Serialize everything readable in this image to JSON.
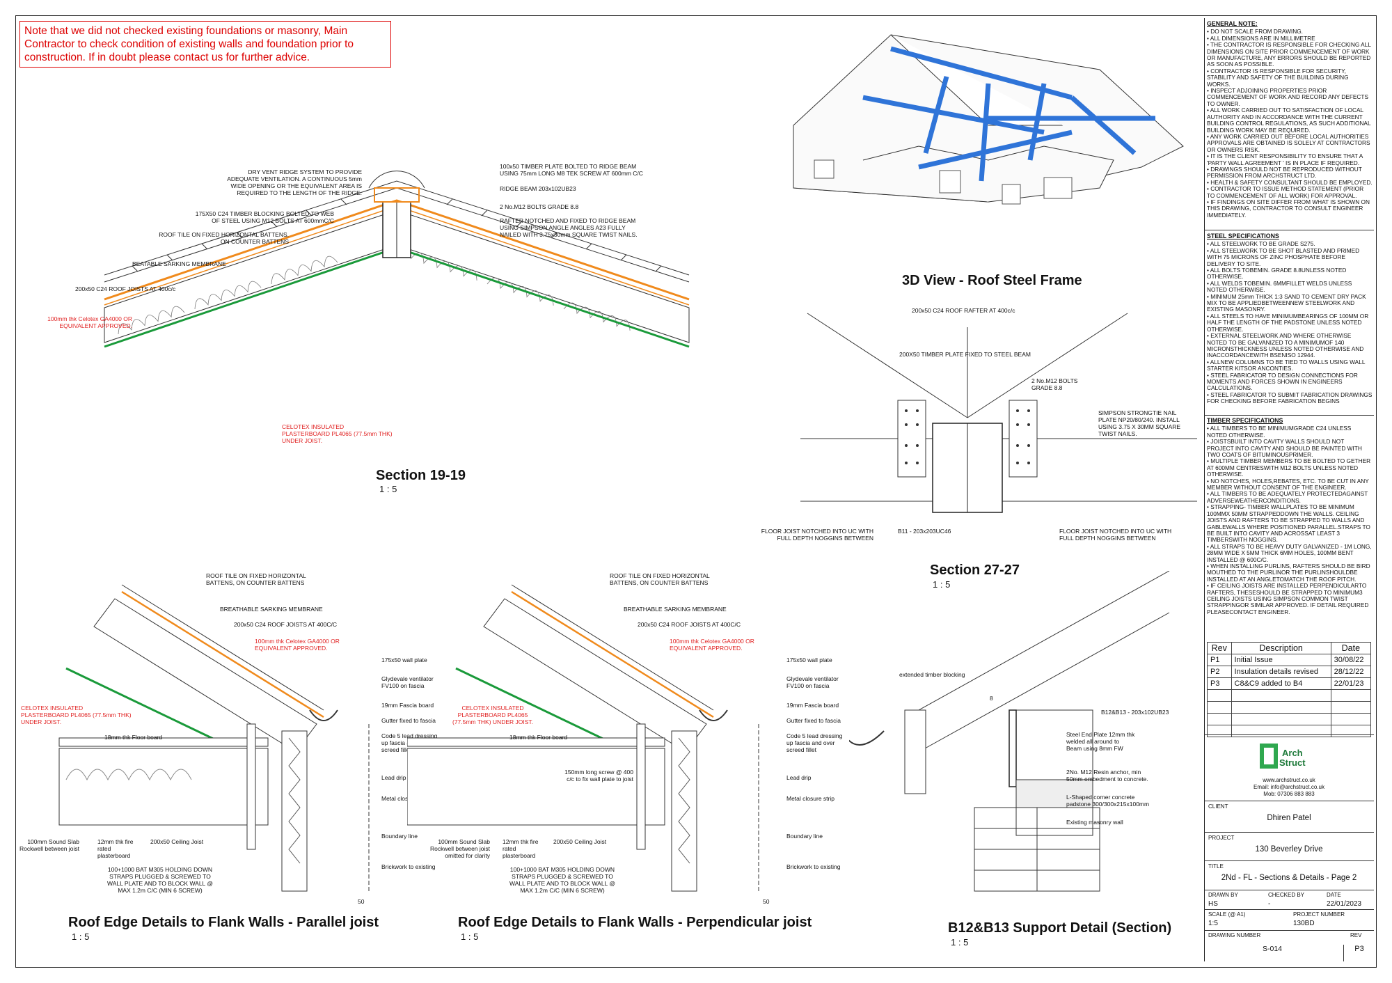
{
  "warning_note": "Note that we did not checked existing foundations or masonry, Main Contractor to check condition of existing walls and foundation prior to construction. If in doubt please contact us for further advice.",
  "views": {
    "section_19": {
      "title": "Section  19-19",
      "scale": "1 : 5"
    },
    "view_3d": {
      "title": "3D View - Roof Steel Frame"
    },
    "section_27": {
      "title": "Section  27-27",
      "scale": "1 : 5"
    },
    "roof_edge_parallel": {
      "title": "Roof Edge Details to Flank Walls - Parallel joist",
      "scale": "1 : 5"
    },
    "roof_edge_perp": {
      "title": "Roof Edge Details to Flank Walls - Perpendicular joist",
      "scale": "1 : 5"
    },
    "b12_support": {
      "title": "B12&B13 Support Detail (Section)",
      "scale": "1 : 5"
    }
  },
  "labels_19": {
    "dry_vent": "DRY VENT RIDGE SYSTEM TO PROVIDE ADEQUATE VENTILATION. A CONTINUOUS 5mm WIDE OPENING OR THE EQUIVALENT AREA IS REQUIRED TO THE LENGTH OF THE RIDGE.",
    "timber_plate": "100x50 TIMBER PLATE BOLTED TO RIDGE BEAM USING 75mm LONG M8 TEK SCREW AT 600mm C/C",
    "ridge_beam": "RIDGE BEAM 203x102UB23",
    "bolts": "2 No.M12 BOLTS GRADE 8.8",
    "rafter_notched": "RAFTER NOTCHED AND FIXED TO RIDGE BEAM USING SIMPSON ANGLE ANGLES A23 FULLY NAILED WITH 3.75x30mm SQUARE TWIST NAILS.",
    "blocking": "175X50 C24 TIMBER BLOCKING BOLTED TO WEB OF STEEL USING M12 BOLTS AT 600mmC/C",
    "roof_tile": "ROOF TILE ON FIXED HORIZONTAL BATTENS, ON COUNTER BATTENS",
    "sarking": "BEATABLE SARKING MEMBRANE",
    "joists": "200x50 C24 ROOF JOISTS AT 400c/c",
    "celotex": "100mm thk Celotex GA4000 OR EQUIVALENT APPROVED.",
    "plasterboard": "CELOTEX INSULATED PLASTERBOARD PL4065 (77.5mm THK) UNDER JOIST."
  },
  "labels_27": {
    "rafter": "200x50 C24 ROOF RAFTER AT 400c/c",
    "plate": "200X50  TIMBER PLATE FIXED TO STEEL BEAM",
    "bolts": "2 No.M12 BOLTS GRADE 8.8",
    "simpson": "SIMPSON STRONGTIE NAIL PLATE NP20/80/240. INSTALL USING 3.75 X 30MM SQUARE TWIST NAILS.",
    "floor_left": "FLOOR JOIST NOTCHED INTO UC WITH FULL DEPTH NOGGINS BETWEEN",
    "beam": "B11 - 203x203UC46",
    "floor_right": "FLOOR JOIST NOTCHED INTO UC WITH FULL DEPTH NOGGINS BETWEEN"
  },
  "labels_edge": {
    "roof_tile": "ROOF TILE ON FIXED HORIZONTAL BATTENS, ON COUNTER BATTENS",
    "sarking": "BREATHABLE SARKING MEMBRANE",
    "joists": "200x50 C24 ROOF JOISTS AT 400C/C",
    "celotex": "100mm thk Celotex GA4000 OR EQUIVALENT APPROVED.",
    "plasterboard": "CELOTEX INSULATED PLASTERBOARD PL4065 (77.5mm THK) UNDER JOIST.",
    "wall_plate": "175x50 wall plate",
    "ventilator": "Glydevale ventilator FV100 on fascia",
    "fascia": "19mm Fascia board",
    "gutter": "Gutter fixed to fascia",
    "lead": "Code 5 lead dressing up fascia and over screed fillet",
    "floor": "18mm thk Floor board",
    "lead_drip": "Lead drip",
    "closure": "Metal closure strip",
    "boundary": "Boundary line",
    "brickwork": "Brickwork to existing",
    "sound_slab": "100mm Sound Slab Rockwell between joist",
    "sound_slab_perp": "100mm Sound Slab Rockwell between joist omitted for clarity",
    "fire_board": "12mm thk fire rated plasterboard",
    "ceiling": "200x50 Ceiling Joist",
    "straps": "100+1000 BAT M305 HOLDING DOWN STRAPS PLUGGED & SCREWED TO WALL PLATE AND TO BLOCK WALL @ MAX 1.2m C/C (MIN 6 SCREW)",
    "screw": "150mm long screw @ 400 c/c to fix wall plate to joist",
    "dim": "50"
  },
  "labels_b12": {
    "blocking": "extended timber blocking",
    "beam": "B12&B13 - 203x102UB23",
    "end_plate": "Steel End Plate 12mm thk welded all around to Beam using 8mm FW",
    "anchor": "2No. M12 Resin anchor, min 50mm embedment to concrete.",
    "padstone": "L-Shaped corner concrete padstone 300/300x215x100mm",
    "masonry": "Existing masonry wall",
    "dim": "8"
  },
  "general_notes": {
    "heading": "GENERAL NOTE:",
    "items": [
      "• DO NOT SCALE FROM DRAWING.",
      "• ALL DIMENSIONS ARE IN MILLIMETRE",
      "• THE CONTRACTOR IS RESPONSIBLE FOR CHECKING ALL DIMENSIONS ON SITE PRIOR COMMENCEMENT OF WORK OR MANUFACTURE, ANY ERRORS SHOULD BE REPORTED AS SOON AS POSSIBLE.",
      "• CONTRACTOR IS RESPONSIBLE FOR SECURITY, STABILITY AND SAFETY OF THE BUILDING DURING WORKS.",
      "• INSPECT ADJOINING PROPERTIES PRIOR COMMENCEMENT OF WORK AND RECORD ANY DEFECTS TO OWNER.",
      "• ALL WORK CARRIED OUT TO SATISFACTION OF LOCAL AUTHORITY AND IN ACCORDANCE WITH THE CURRENT BUILDING CONTROL REGULATIONS, AS SUCH ADDITIONAL BUILDING WORK MAY BE REQUIRED.",
      "• ANY WORK CARRIED OUT BEFORE LOCAL AUTHORITIES APPROVALS ARE OBTAINED IS SOLELY AT CONTRACTORS OR OWNERS RISK.",
      "• IT IS THE CLIENT RESPONSIBILITY TO ENSURE THAT A 'PARTY WALL AGREEMENT ' IS IN PLACE IF REQUIRED.",
      "• DRAWINGS SHOULD NOT BE REPRODUCED WITHOUT PERMISSION FROM ARCHSTRUCT LTD.",
      "• HEALTH & SAFETY CONSULTANT SHOULD BE EMPLOYED.",
      "• CONTRACTOR TO ISSUE METHOD STATEMENT (PRIOR TO COMMENCEMENT OF ALL WORK) FOR APPROVAL.",
      "• IF FINDINGS ON SITE DIFFER FROM WHAT IS SHOWN ON THIS DRAWING, CONTRACTOR TO CONSULT ENGINEER IMMEDIATELY."
    ]
  },
  "steel_specs": {
    "heading": "STEEL SPECIFICATIONS",
    "items": [
      "• ALL STEELWORK TO BE GRADE S275.",
      "• ALL STEELWORK TO BE SHOT BLASTED AND PRIMED WITH 75 MICRONS OF ZINC PHOSPHATE BEFORE DELIVERY TO SITE.",
      "• ALL BOLTS TOBEMIN. GRADE 8.8UNLESS NOTED OTHERWISE.",
      "• ALL WELDS TOBEMIN. 6MMFILLET WELDS  UNLESS NOTED OTHERWISE.",
      "• MINIMUM 25mm THICK 1:3 SAND TO CEMENT DRY PACK MIX  TO BE APPLIEDBETWEENNEW STEELWORK AND EXISTING MASONRY.",
      "• ALL STEELS TO HAVE MINIMUMBEARINGS OF 100MM OR HALF THE  LENGTH OF THE  PADSTONE UNLESS NOTED OTHERWISE.",
      "• EXTERNAL STEELWORK AND  WHERE OTHERWISE NOTED  TO BE GALVANIZED  TO A MINIMUMOF 140 MICRONSTHICKNESS UNLESS NOTED OTHERWISE AND INACCORDANCEWITH BSENISO 12944.",
      "• ALLNEW COLUMNS TO BE TIED TO WALLS USING WALL STARTER KITSOR ANCONTIES.",
      "• STEEL FABRICATOR TO DESIGN CONNECTIONS FOR MOMENTS AND FORCES SHOWN IN ENGINEERS CALCULATIONS.",
      "• STEEL FABRICATOR TO SUBMIT FABRICATION DRAWINGS FOR CHECKING BEFORE FABRICATION BEGINS"
    ]
  },
  "timber_specs": {
    "heading": "TIMBER SPECIFICATIONS",
    "items": [
      "• ALL TIMBERS TO BE MINIMUMGRADE C24 UNLESS NOTED OTHERWISE.",
      "• JOISTSBUILT INTO CAVITY WALLS SHOULD NOT PROJECT  INTO CAVITY AND SHOULD BE PAINTED WITH TWO COATS OF BITUMINOUSPRIMER.",
      "• MULTIPLE TIMBER  MEMBERS TO BE BOLTED TO GETHER AT  600MM CENTRESWITH M12 BOLTS UNLESS NOTED OTHERWISE.",
      "• NO NOTCHES, HOLES,REBATES, ETC. TO BE CUT IN ANY MEMBER WITHOUT CONSENT OF THE  ENGINEER.",
      "• ALL TIMBERS TO BE ADEQUATELY PROTECTEDAGAINST ADVERSEWEATHERCONDITIONS.",
      "• STRAPPING- TIMBER WALLPLATES TO BE MINIMUM 100MMX 50MM STRAPPEDDOWN THE WALLS. CEILING JOISTS AND RAFTERS TO BE STRAPPED TO WALLS AND GABLEWALLS WHERE POSITIONED PARALLEL.STRAPS TO BE BUILT INTO CAVITY AND ACROSSAT LEAST 3 TIMBERSWITH NOGGINS.",
      "• ALL STRAPS TO BE HEAVY DUTY GALVANIZED  - 1M LONG, 28MM WIDE X 5MM THICK 6MM HOLES, 100MM BENT INSTALLED @ 600C/C.",
      "• WHEN INSTALLING PURLINS, RAFTERS SHOULD BE BIRD MOUTHED TO THE  PURLINOR THE PURLINSHOULDBE INSTALLED  AT AN ANGLETOMATCH THE ROOF PITCH.",
      "• IF CEILING  JOISTS ARE INSTALLED  PERPENDICULARTO RAFTERS, THESESHOULD BE STRAPPED TO MINIMUM3 CEILING JOISTS USING SIMPSON COMMON TWIST STRAPPINGOR SIMILAR APPROVED. IF DETAIL REQUIRED PLEASECONTACT ENGINEER."
    ]
  },
  "revisions": {
    "headers": [
      "Rev",
      "Description",
      "Date"
    ],
    "rows": [
      [
        "P1",
        "Initial Issue",
        "30/08/22"
      ],
      [
        "P2",
        "Insulation details revised",
        "28/12/22"
      ],
      [
        "P3",
        "C8&C9 added to B4",
        "22/01/23"
      ],
      [
        "",
        "",
        ""
      ],
      [
        "",
        "",
        ""
      ],
      [
        "",
        "",
        ""
      ],
      [
        "",
        "",
        ""
      ]
    ]
  },
  "company": {
    "logo_text_1": "Arch",
    "logo_text_2": "Struct",
    "website": "www.archstruct.co.uk",
    "email": "Email: info@archstruct.co.uk",
    "mobile": "Mob: 07306 883 883"
  },
  "title_block": {
    "client_label": "CLIENT",
    "client": "Dhiren Patel",
    "project_label": "PROJECT",
    "project": "130 Beverley Drive",
    "title_label": "TITLE",
    "title": "2Nd - FL - Sections & Details - Page 2",
    "drawn_label": "DRAWN BY",
    "drawn": "HS",
    "checked_label": "CHECKED BY",
    "checked": "-",
    "date_label": "DATE",
    "date": "22/01/2023",
    "scale_label": "SCALE (@ A1)",
    "scale": "1:5",
    "projnum_label": "PROJECT NUMBER",
    "projnum": "130BD",
    "dwg_label": "DRAWING NUMBER",
    "dwg": "S-014",
    "rev_label": "REV",
    "rev": "P3"
  },
  "colors": {
    "steel": "#2f74d8",
    "insulation_board": "#f08a1c",
    "plasterboard": "#1a9a3a",
    "warning": "#dd0000",
    "logo": "#2fa84f"
  }
}
